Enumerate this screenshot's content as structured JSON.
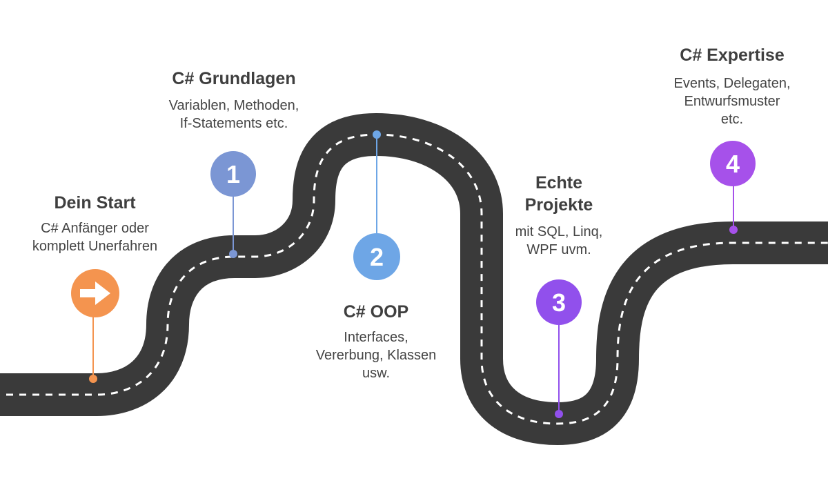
{
  "colors": {
    "road": "#3a3a3a",
    "road_dash": "#ffffff",
    "background": "#ffffff",
    "text": "#3f3f3f"
  },
  "stations": [
    {
      "id": "start",
      "marker": "",
      "icon": "arrow-right-icon",
      "color": "#f4944f",
      "title": "Dein Start",
      "description": [
        "C# Anfänger oder",
        "komplett Unerfahren"
      ]
    },
    {
      "id": "grundlagen",
      "marker": "1",
      "color": "#7b96d4",
      "title": "C# Grundlagen",
      "description": [
        "Variablen, Methoden,",
        "If-Statements etc."
      ]
    },
    {
      "id": "oop",
      "marker": "2",
      "color": "#6ea6e6",
      "title": "C# OOP",
      "description": [
        "Interfaces,",
        "Vererbung, Klassen",
        "usw."
      ]
    },
    {
      "id": "projekte",
      "marker": "3",
      "color": "#9150ec",
      "title": [
        "Echte",
        "Projekte"
      ],
      "description": [
        "mit SQL, Linq,",
        "WPF uvm."
      ]
    },
    {
      "id": "expertise",
      "marker": "4",
      "color": "#a651ea",
      "title": "C# Expertise",
      "description": [
        "Events, Delegaten,",
        "Entwurfsmuster",
        "etc."
      ]
    }
  ]
}
